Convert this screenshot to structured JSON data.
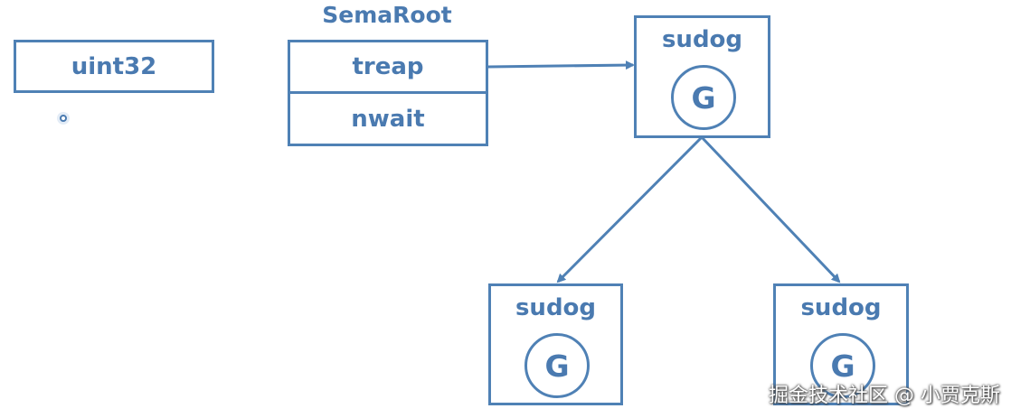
{
  "uint32_box": {
    "label": "uint32"
  },
  "semaroot": {
    "title": "SemaRoot",
    "fields": [
      "treap",
      "nwait"
    ]
  },
  "sudog_nodes": [
    {
      "label": "sudog",
      "g": "G"
    },
    {
      "label": "sudog",
      "g": "G"
    },
    {
      "label": "sudog",
      "g": "G"
    }
  ],
  "watermark": "掘金技术社区 @ 小贾克斯",
  "colors": {
    "accent": "#4f81b5",
    "text": "#4a7ab0"
  }
}
